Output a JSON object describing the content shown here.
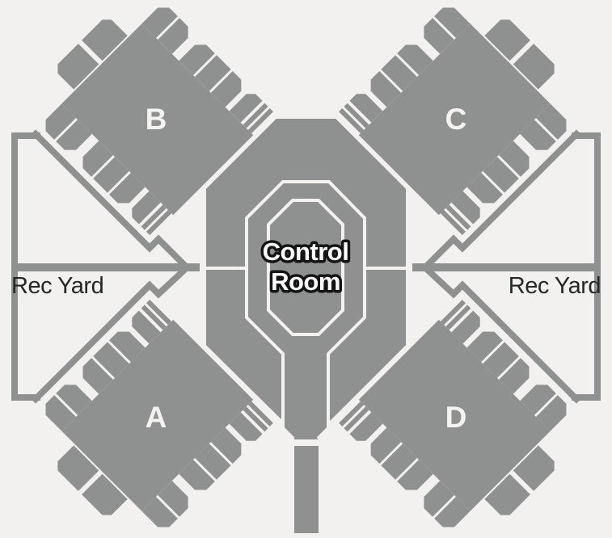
{
  "diagram": {
    "type": "prison-floor-plan",
    "central_hub": {
      "control_room": {
        "line1": "Control",
        "line2": "Room"
      }
    },
    "cell_blocks": [
      {
        "id": "A",
        "label": "A",
        "position": "bottom-left"
      },
      {
        "id": "B",
        "label": "B",
        "position": "top-left"
      },
      {
        "id": "C",
        "label": "C",
        "position": "top-right"
      },
      {
        "id": "D",
        "label": "D",
        "position": "bottom-right"
      }
    ],
    "rec_yards": [
      {
        "side": "left",
        "label": "Rec Yard"
      },
      {
        "side": "right",
        "label": "Rec Yard"
      }
    ],
    "colors": {
      "building_gray": "#8f9190",
      "background": "#f2f1ef",
      "gap_white": "#f3f2f0",
      "block_label": "#f4f3f1",
      "control_room_text": "#ffffff",
      "control_room_outline": "#141414",
      "rec_yard_text": "#232826"
    }
  }
}
